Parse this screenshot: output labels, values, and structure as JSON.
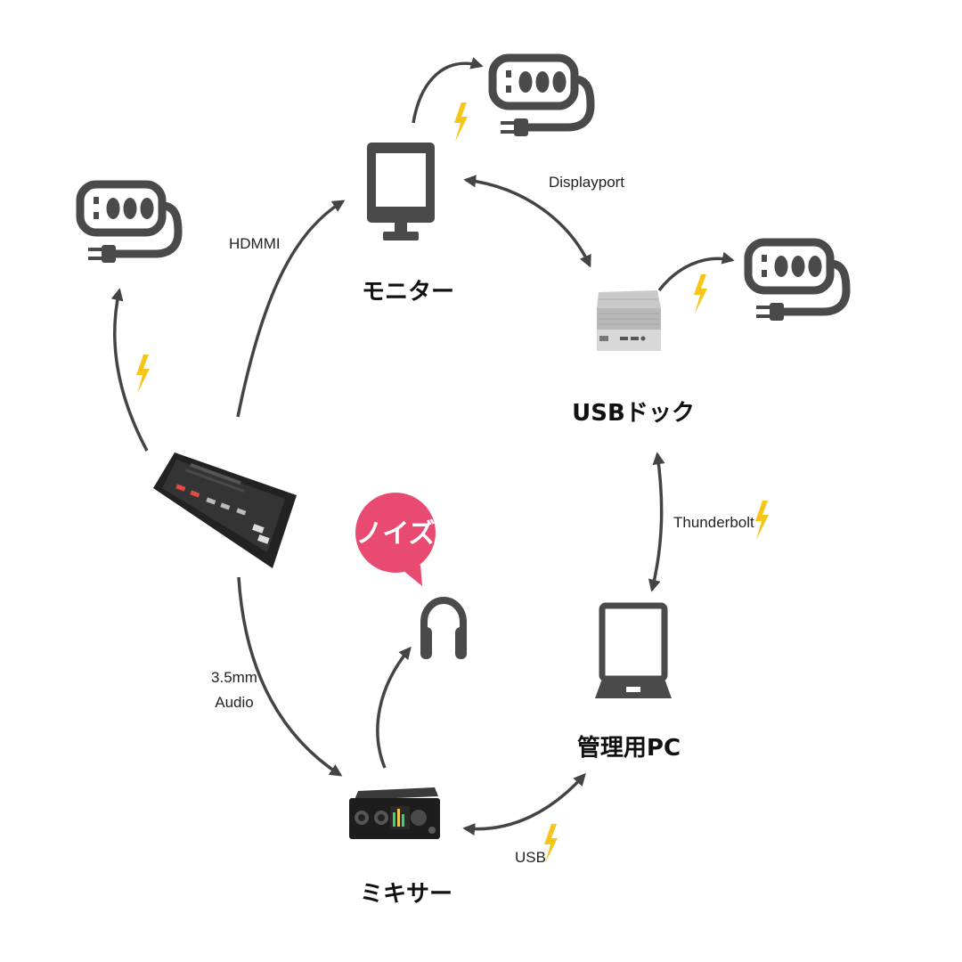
{
  "nodes": {
    "monitor": "モニター",
    "usb_dock": "USBドック",
    "admin_pc": "管理用PC",
    "mixer": "ミキサー"
  },
  "edges": {
    "hdmi": "HDMMI",
    "displayport": "Displayport",
    "thunderbolt": "Thunderbolt",
    "usb": "USB",
    "audio_line1": "3.5mm",
    "audio_line2": "Audio"
  },
  "callout": {
    "noise": "ノイズ"
  },
  "icons": [
    "power-strip-icon",
    "monitor-icon",
    "usb-dock-icon",
    "laptop-icon",
    "audio-interface-icon",
    "video-switcher-icon",
    "headphones-icon",
    "lightning-icon"
  ],
  "colors": {
    "arrow": "#444444",
    "icon": "#4a4a4a",
    "lightning": "#f5c518",
    "noise_bubble": "#e84a72"
  }
}
